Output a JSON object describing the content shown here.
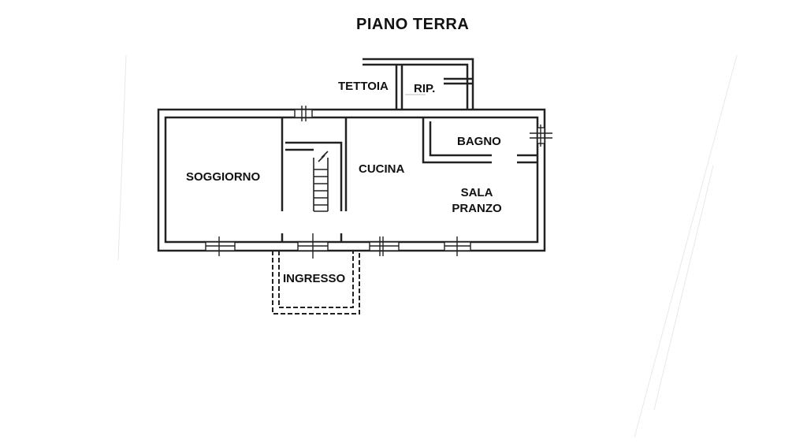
{
  "title": "PIANO TERRA",
  "rooms": {
    "tettoia": "TETTOIA",
    "rip": "RIP.",
    "bagno": "BAGNO",
    "soggiorno": "SOGGIORNO",
    "cucina": "CUCINA",
    "sala_pranzo_line1": "SALA",
    "sala_pranzo_line2": "PRANZO",
    "ingresso": "INGRESSO"
  },
  "colors": {
    "wall": "#222222",
    "background": "#ffffff",
    "sketch": "#e6e6e6"
  }
}
